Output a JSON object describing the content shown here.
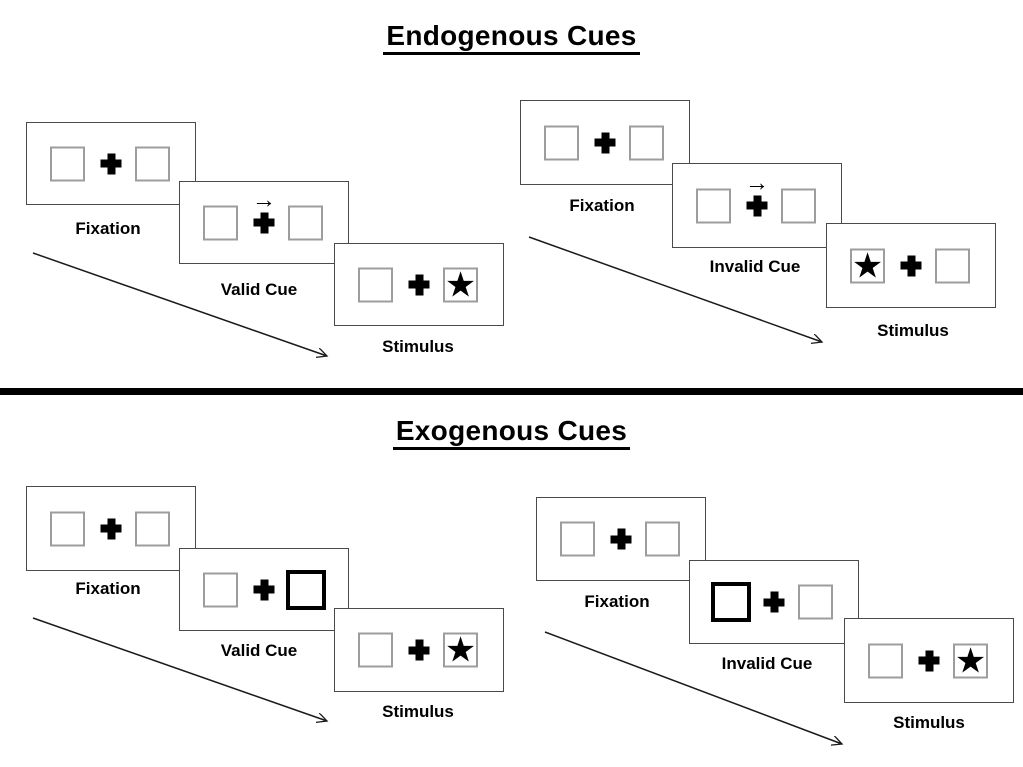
{
  "sections": [
    {
      "title": "Endogenous Cues",
      "trials": [
        {
          "name": "valid-trial",
          "panels": [
            {
              "label": "Fixation",
              "content": "fixation"
            },
            {
              "label": "Valid Cue",
              "content": "central-arrow-cue",
              "cue_direction": "right"
            },
            {
              "label": "Stimulus",
              "content": "stimulus",
              "star_side": "right"
            }
          ]
        },
        {
          "name": "invalid-trial",
          "panels": [
            {
              "label": "Fixation",
              "content": "fixation"
            },
            {
              "label": "Invalid Cue",
              "content": "central-arrow-cue",
              "cue_direction": "right"
            },
            {
              "label": "Stimulus",
              "content": "stimulus",
              "star_side": "left"
            }
          ]
        }
      ]
    },
    {
      "title": "Exogenous Cues",
      "trials": [
        {
          "name": "valid-trial",
          "panels": [
            {
              "label": "Fixation",
              "content": "fixation"
            },
            {
              "label": "Valid Cue",
              "content": "peripheral-box-cue",
              "cue_side": "right"
            },
            {
              "label": "Stimulus",
              "content": "stimulus",
              "star_side": "right"
            }
          ]
        },
        {
          "name": "invalid-trial",
          "panels": [
            {
              "label": "Fixation",
              "content": "fixation"
            },
            {
              "label": "Invalid Cue",
              "content": "peripheral-box-cue",
              "cue_side": "left"
            },
            {
              "label": "Stimulus",
              "content": "stimulus",
              "star_side": "right"
            }
          ]
        }
      ]
    }
  ],
  "glyphs": {
    "star": "★",
    "cue_arrow": "→"
  },
  "colors": {
    "ink": "#000000",
    "panel_border": "#4a4a4a",
    "square_border": "#9d9d9d",
    "divider": "#000000"
  }
}
